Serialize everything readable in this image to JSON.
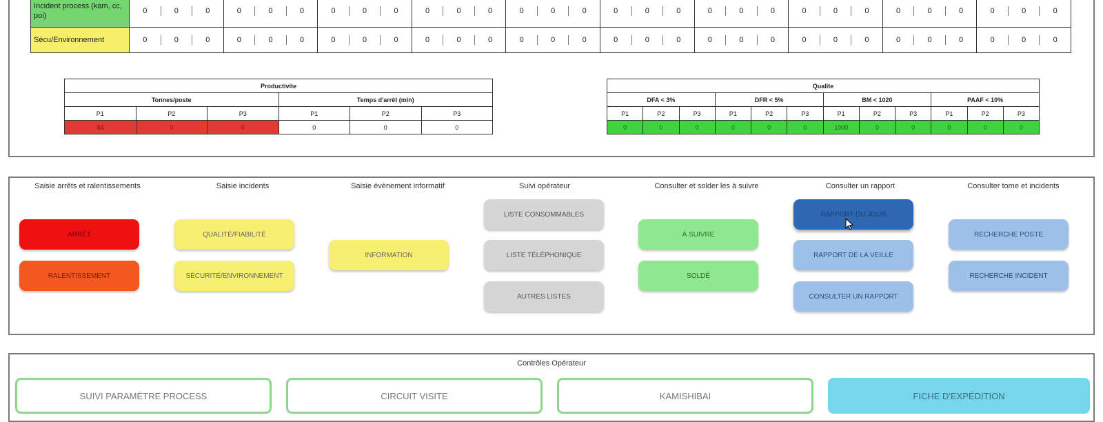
{
  "shift_table": {
    "rows": [
      {
        "label": "Incident process (kam, cc, poi)",
        "cells": [
          [
            "0",
            "0",
            "0"
          ],
          [
            "0",
            "0",
            "0"
          ],
          [
            "0",
            "0",
            "0"
          ],
          [
            "0",
            "0",
            "0"
          ],
          [
            "0",
            "0",
            "0"
          ],
          [
            "0",
            "0",
            "0"
          ],
          [
            "0",
            "0",
            "0"
          ],
          [
            "0",
            "0",
            "0"
          ],
          [
            "0",
            "0",
            "0"
          ],
          [
            "0",
            "0",
            "0"
          ]
        ]
      },
      {
        "label": "Sécu/Environnement",
        "cells": [
          [
            "0",
            "0",
            "0"
          ],
          [
            "0",
            "0",
            "0"
          ],
          [
            "0",
            "0",
            "0"
          ],
          [
            "0",
            "0",
            "0"
          ],
          [
            "0",
            "0",
            "0"
          ],
          [
            "0",
            "0",
            "0"
          ],
          [
            "0",
            "0",
            "0"
          ],
          [
            "0",
            "0",
            "0"
          ],
          [
            "0",
            "0",
            "0"
          ],
          [
            "0",
            "0",
            "0"
          ]
        ]
      }
    ]
  },
  "productivite": {
    "title": "Productivite",
    "groups": [
      "Tonnes/poste",
      "Temps d'arrêt (min)"
    ],
    "posts": [
      "P1",
      "P2",
      "P3",
      "P1",
      "P2",
      "P3"
    ],
    "values": [
      "84",
      "0",
      "0",
      "0",
      "0",
      "0"
    ]
  },
  "qualite": {
    "title": "Qualite",
    "groups": [
      "DFA < 3%",
      "DFR < 5%",
      "BM < 1020",
      "PAAF < 10%"
    ],
    "posts": [
      "P1",
      "P2",
      "P3",
      "P1",
      "P2",
      "P3",
      "P1",
      "P2",
      "P3",
      "P1",
      "P2",
      "P3"
    ],
    "values": [
      "0",
      "0",
      "0",
      "0",
      "0",
      "0",
      "1000",
      "0",
      "0",
      "0",
      "0",
      "0"
    ]
  },
  "actions": {
    "col1": {
      "title": "Saisie arrêts et ralentissements",
      "buttons": [
        "Arrêt",
        "Ralentissement"
      ]
    },
    "col2": {
      "title": "Saisie incidents",
      "buttons": [
        "Qualité/Fiabilité",
        "Sécurité/Environnement"
      ]
    },
    "col3": {
      "title": "Saisie évènement informatif",
      "buttons": [
        "Information"
      ]
    },
    "col4": {
      "title": "Suivi opérateur",
      "buttons": [
        "Liste consommables",
        "Liste téléphonique",
        "Autres listes"
      ]
    },
    "col5": {
      "title": "Consulter et solder les à suivre",
      "buttons": [
        "À suivre",
        "Soldé"
      ]
    },
    "col6": {
      "title": "Consulter un rapport",
      "buttons": [
        "Rapport du jour",
        "Rapport de la veille",
        "Consulter un rapport"
      ]
    },
    "col7": {
      "title": "Consulter tome et incidents",
      "buttons": [
        "Recherche Poste",
        "Recherche incident"
      ]
    }
  },
  "controles": {
    "title": "Contrôles Opérateur",
    "buttons": [
      "Suivi paramètre process",
      "Circuit visite",
      "Kamishibai",
      "Fiche d'expédition"
    ]
  },
  "colors": {
    "red": "#ef1111",
    "orange": "#f4571f",
    "yellow": "#f7ef72",
    "gray": "#d6d6d6",
    "light_green": "#8ee88f",
    "dark_blue": "#2e68b2",
    "light_blue": "#9dc0e8",
    "cyan": "#76d6ec"
  }
}
